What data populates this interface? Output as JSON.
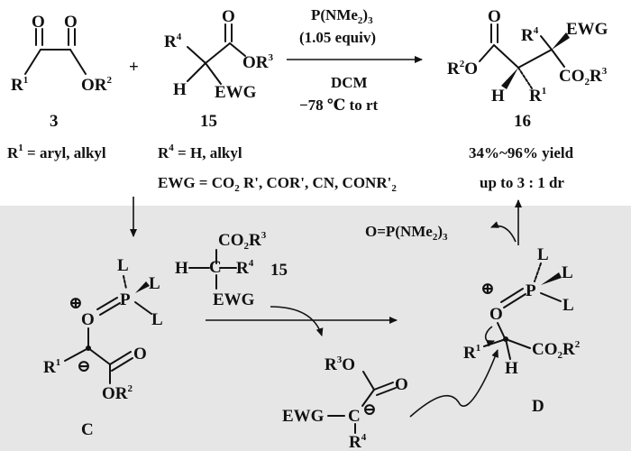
{
  "scheme": {
    "background_panel_color": "#e6e6e6",
    "reagent": {
      "phosphine": "P(NMe",
      "phosphine_sub": "2",
      "phosphine_close": ")",
      "phosphine_sub2": "3",
      "equiv": "(1.05 equiv)",
      "solvent": "DCM",
      "temperature": "−78 ℃ to rt"
    },
    "compounds": {
      "c3": {
        "number": "3",
        "r1": "R",
        "r1_sup": "1",
        "oxygen_top": "O",
        "oxygen_right": "O",
        "or2": "OR",
        "or2_sup": "2"
      },
      "plus": "+",
      "c15": {
        "number": "15",
        "r4": "R",
        "r4_sup": "4",
        "o_top": "O",
        "or3": "OR",
        "or3_sup": "3",
        "h": "H",
        "ewg": "EWG"
      },
      "c16": {
        "number": "16",
        "r2o": "R",
        "r2o_sup": "2",
        "o_label": "O",
        "o_top": "O",
        "r4": "R",
        "r4_sup": "4",
        "ewg": "EWG",
        "co2r3": "CO",
        "co2r3_sub": "2",
        "co2r3_r": "R",
        "co2r3_sup": "3",
        "h": "H",
        "r1": "R",
        "r1_sup": "1"
      }
    },
    "scope": {
      "r1_text": "R",
      "r1_sup": "1",
      "r1_rest": " = aryl, alkyl",
      "r4_text": "R",
      "r4_sup": "4",
      "r4_rest": " =  H, alkyl",
      "ewg_text": "EWG = CO",
      "ewg_sub": "2",
      "ewg_rest": " R', COR', CN, CONR'",
      "ewg_sub2": "2",
      "yield": "34%~96%  yield",
      "dr": "up to 3 : 1 dr"
    },
    "mechanism": {
      "byproduct": "O=P(NMe",
      "byproduct_sub": "2",
      "byproduct_close": ")",
      "byproduct_sub2": "3",
      "C": {
        "label": "C",
        "L": "L",
        "P": "P",
        "O": "O",
        "plus": "⊕",
        "minus": "⊖",
        "R1": "R",
        "R1_sup": "1",
        "o_carbonyl": "O",
        "or2": "OR",
        "or2_sup": "2"
      },
      "reagent15": {
        "co2r3": "CO",
        "co2r3_sub": "2",
        "co2r3_r": "R",
        "co2r3_sup": "3",
        "h": "H",
        "r4": "R",
        "r4_sup": "4",
        "ewg": "EWG",
        "number": "15"
      },
      "enolate": {
        "r3o": "R",
        "r3o_sup": "3",
        "o1": "O",
        "o2": "O",
        "ewg": "EWG",
        "c": "C",
        "minus": "⊖",
        "r4": "R",
        "r4_sup": "4"
      },
      "D": {
        "label": "D",
        "L": "L",
        "P": "P",
        "O": "O",
        "plus": "⊕",
        "r1": "R",
        "r1_sup": "1",
        "co2r2": "CO",
        "co2r2_sub": "2",
        "co2r2_r": "R",
        "co2r2_sup": "2",
        "h": "H"
      }
    }
  }
}
